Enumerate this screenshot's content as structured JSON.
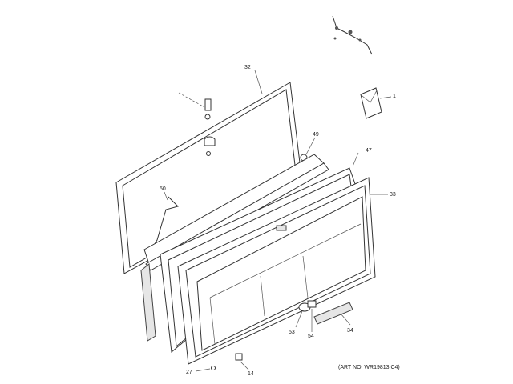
{
  "diagram": {
    "callouts": [
      {
        "id": "1",
        "label": "1"
      },
      {
        "id": "32",
        "label": "32"
      },
      {
        "id": "49",
        "label": "49"
      },
      {
        "id": "47",
        "label": "47"
      },
      {
        "id": "33",
        "label": "33"
      },
      {
        "id": "50",
        "label": "50"
      },
      {
        "id": "53",
        "label": "53"
      },
      {
        "id": "54",
        "label": "54"
      },
      {
        "id": "34",
        "label": "34"
      },
      {
        "id": "27",
        "label": "27"
      },
      {
        "id": "14",
        "label": "14"
      }
    ],
    "art_number": "(ART NO. WR19813 C4)"
  }
}
